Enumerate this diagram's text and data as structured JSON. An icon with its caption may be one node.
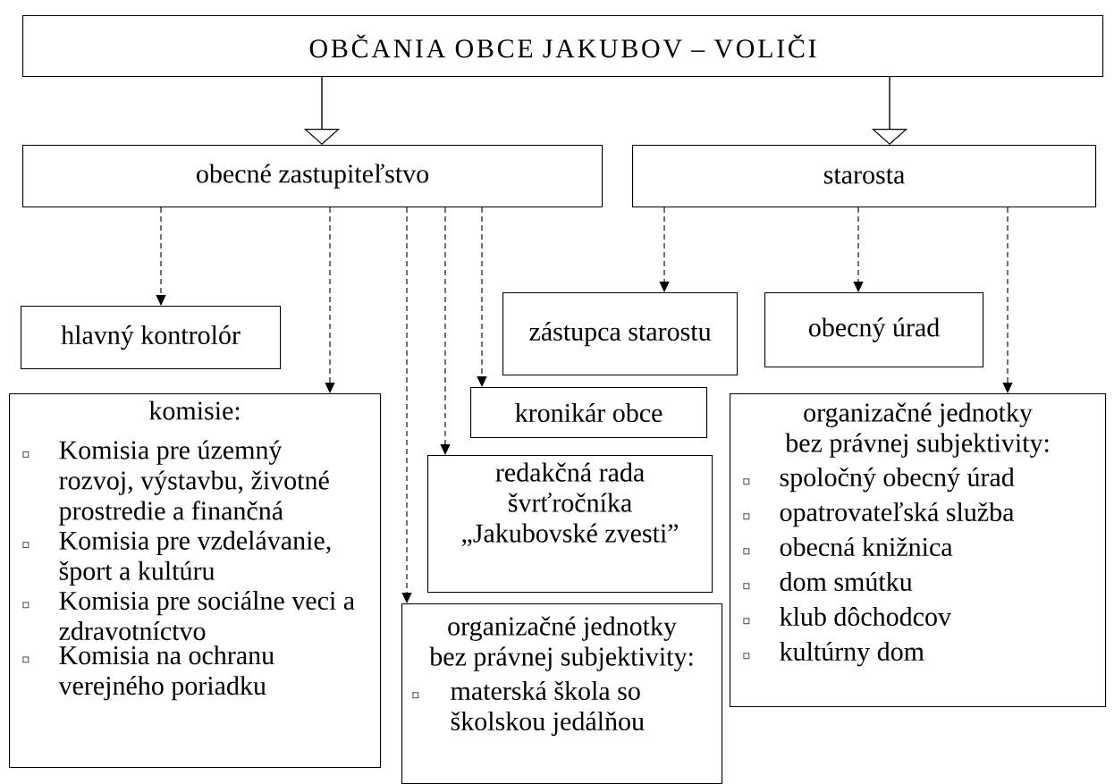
{
  "diagram": {
    "nodes": [
      {
        "text": [
          "OBČANIA OBCE JAKUBOV – VOLIČI"
        ]
      },
      {
        "text": [
          "obecné zastupiteľstvo"
        ]
      },
      {
        "text": [
          "starosta"
        ]
      },
      {
        "text": [
          "hlavný kontrolór"
        ]
      },
      {
        "text": [
          "komisie:",
          "Komisia pre územný rozvoj, výstavbu, životné prostredie a finančná",
          "Komisia pre vzdelávanie, šport a kultúru",
          "Komisia pre sociálne veci a zdravotníctvo",
          "Komisia na ochranu verejného poriadku"
        ]
      },
      {
        "text": [
          "zástupca starostu"
        ]
      },
      {
        "text": [
          "obecný úrad"
        ]
      },
      {
        "text": [
          "kronikár obce"
        ]
      },
      {
        "text": [
          "redakčná rada švrťročníka „Jakubovské zvesti”"
        ]
      },
      {
        "text": [
          "organizačné jednotky bez právnej subjektivity:",
          "materská škola so školskou jedálňou"
        ]
      },
      {
        "text": [
          "organizačné jednotky bez právnej subjektivity:",
          "spoločný obecný úrad",
          "opatrovateľská služba",
          "obecná knižnica",
          "dom smútku",
          "klub dôchodcov",
          "kultúrny dom"
        ]
      }
    ],
    "edges": [
      {
        "from": 0,
        "to": 1,
        "arrow": "to"
      },
      {
        "from": 0,
        "to": 2,
        "arrow": "to"
      },
      {
        "from": 1,
        "to": 3,
        "arrow": "to",
        "style": "dashed"
      },
      {
        "from": 1,
        "to": 4,
        "arrow": "to",
        "style": "dashed"
      },
      {
        "from": 1,
        "to": 9,
        "arrow": "to",
        "style": "dashed"
      },
      {
        "from": 1,
        "to": 8,
        "arrow": "to",
        "style": "dashed"
      },
      {
        "from": 1,
        "to": 7,
        "arrow": "to",
        "style": "dashed"
      },
      {
        "from": 2,
        "to": 5,
        "arrow": "to",
        "style": "dashed"
      },
      {
        "from": 2,
        "to": 6,
        "arrow": "to",
        "style": "dashed"
      },
      {
        "from": 2,
        "to": 10,
        "arrow": "to",
        "style": "dashed"
      }
    ]
  }
}
